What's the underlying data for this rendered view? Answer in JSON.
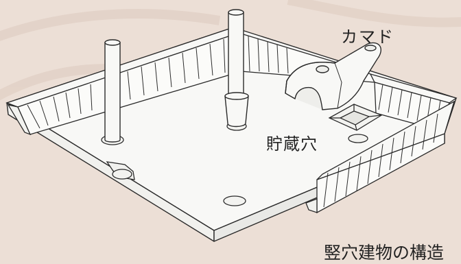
{
  "labels": {
    "kamado": "カマド",
    "storage_pit": "貯蔵穴",
    "title": "竪穴建物の構造"
  },
  "colors": {
    "background": "#ecdfd6",
    "background_swirl": "#e4d4ca",
    "model_fill": "#f8f8f6",
    "outline": "#2a2a2a",
    "shadow": "#e2e2de"
  }
}
